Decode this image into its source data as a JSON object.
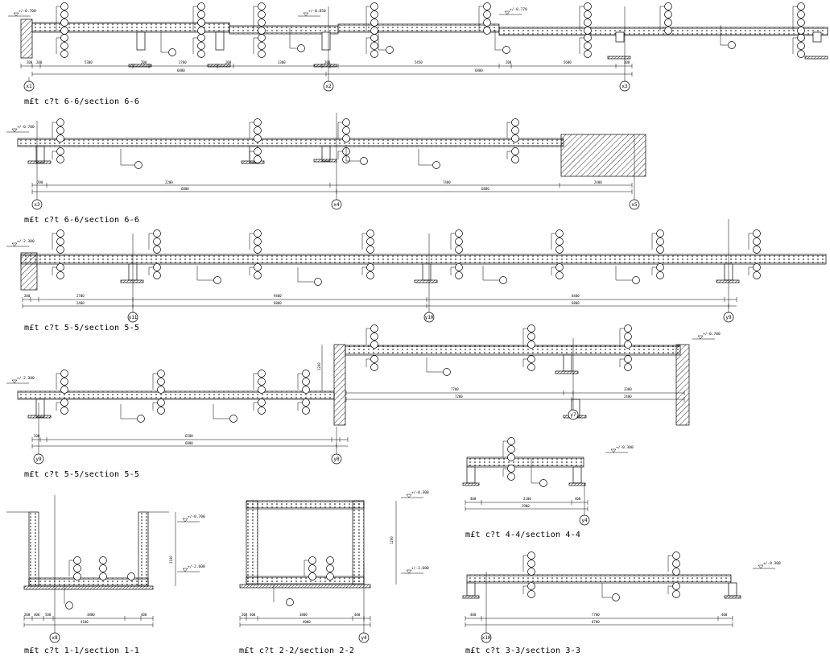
{
  "sections": [
    {
      "id": "s66a",
      "caption": "m£t c?t 6-6/section 6-6",
      "axes": [
        "x1",
        "x2",
        "x3"
      ],
      "levels": [
        "+/-0.700",
        "+/-0.850",
        "+/-0.770"
      ],
      "dims": [
        "200",
        "200",
        "5300",
        "200",
        "2700",
        "200",
        "200",
        "3300",
        "200",
        "200",
        "5450",
        "200",
        "5600",
        "200",
        "200"
      ],
      "totals": [
        "6800",
        "6800"
      ]
    },
    {
      "id": "s66b",
      "caption": "m£t c?t 6-6/section 6-6",
      "axes": [
        "x3",
        "x4",
        "x5"
      ],
      "levels": [
        "+/-0.700"
      ],
      "dims": [
        "200",
        "200",
        "2200",
        "7400",
        "2400"
      ],
      "totals": [
        "6800",
        "6800"
      ]
    },
    {
      "id": "s55a",
      "caption": "m£t c?t 5-5/section 5-5",
      "axes": [
        "y11",
        "y10",
        "y9"
      ],
      "levels": [
        "+/-2.300"
      ],
      "dims": [
        "200",
        "200",
        "2700",
        "9400",
        "8400",
        "200",
        "200"
      ],
      "totals": [
        "2400",
        "6800",
        "6800"
      ]
    },
    {
      "id": "s55b",
      "caption": "m£t c?t 5-5/section 5-5",
      "axes": [
        "y9",
        "y8",
        "y7"
      ],
      "levels": [
        "+/-2.300",
        "+/-0.700"
      ],
      "dims": [
        "200",
        "200",
        "6500",
        "200",
        "200",
        "7700",
        "200",
        "200",
        "3300"
      ],
      "totals": [
        "6800",
        "7200",
        "2400"
      ]
    },
    {
      "id": "s44",
      "caption": "m£t c?t 4-4/section 4-4",
      "axes": [
        "y4"
      ],
      "levels": [
        "+/-0.300"
      ],
      "dims": [
        "400",
        "2100",
        "400"
      ],
      "totals": [
        "2900"
      ]
    },
    {
      "id": "s11",
      "caption": "m£t c?t 1-1/section 1-1",
      "axes": [
        "x8"
      ],
      "levels": [
        "+/-0.700",
        "+/-2.600"
      ],
      "dims": [
        "200",
        "400",
        "500",
        "3800",
        "400",
        "200"
      ],
      "totals": [
        "4100"
      ]
    },
    {
      "id": "s22",
      "caption": "m£t c?t 2-2/section 2-2",
      "axes": [
        "y4"
      ],
      "levels": [
        "+/-0.300",
        "+/-3.600"
      ],
      "dims": [
        "200",
        "400",
        "3800",
        "400",
        "200"
      ],
      "totals": [
        "4000"
      ]
    },
    {
      "id": "s33",
      "caption": "m£t c?t 3-3/section 3-3",
      "axes": [
        "x10"
      ],
      "levels": [
        "+/-0.300"
      ],
      "dims": [
        "400",
        "7700",
        "400"
      ],
      "totals": [
        "8700"
      ]
    }
  ],
  "colors": {
    "line": "#000000",
    "hatch": "#000000",
    "bg": "#ffffff"
  }
}
